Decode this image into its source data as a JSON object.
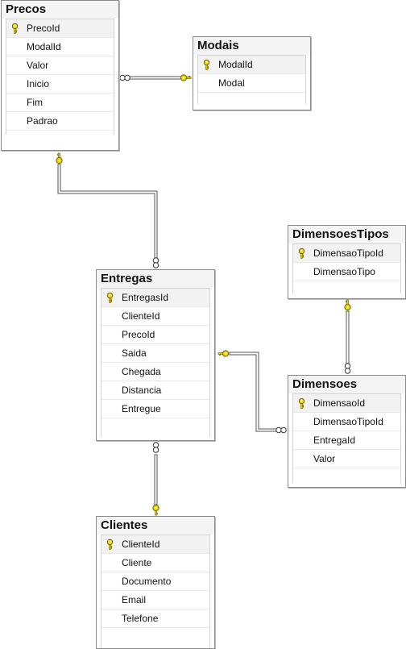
{
  "tables": {
    "precos": {
      "name": "Precos",
      "columns": [
        "PrecoId",
        "ModalId",
        "Valor",
        "Inicio",
        "Fim",
        "Padrao"
      ],
      "pk": "PrecoId"
    },
    "modais": {
      "name": "Modais",
      "columns": [
        "ModalId",
        "Modal"
      ],
      "pk": "ModalId"
    },
    "entregas": {
      "name": "Entregas",
      "columns": [
        "EntregasId",
        "ClienteId",
        "PrecoId",
        "Saida",
        "Chegada",
        "Distancia",
        "Entregue"
      ],
      "pk": "EntregasId"
    },
    "dimensoestipos": {
      "name": "DimensoesTipos",
      "columns": [
        "DimensaoTipoId",
        "DimensaoTipo"
      ],
      "pk": "DimensaoTipoId"
    },
    "dimensoes": {
      "name": "Dimensoes",
      "columns": [
        "DimensaoId",
        "DimensaoTipoId",
        "EntregaId",
        "Valor"
      ],
      "pk": "DimensaoId"
    },
    "clientes": {
      "name": "Clientes",
      "columns": [
        "ClienteId",
        "Cliente",
        "Documento",
        "Email",
        "Telefone"
      ],
      "pk": "ClienteId"
    }
  },
  "relationships": [
    {
      "from": "precos",
      "to": "modais",
      "one_side": "modais"
    },
    {
      "from": "precos",
      "to": "entregas",
      "one_side": "precos"
    },
    {
      "from": "dimensoestipos",
      "to": "dimensoes",
      "one_side": "dimensoestipos"
    },
    {
      "from": "entregas",
      "to": "dimensoes",
      "one_side": "entregas"
    },
    {
      "from": "entregas",
      "to": "clientes",
      "one_side": "clientes"
    }
  ],
  "colors": {
    "key_fill": "#f2d600",
    "line": "#555555",
    "title_bg": "#f4f4f4"
  }
}
